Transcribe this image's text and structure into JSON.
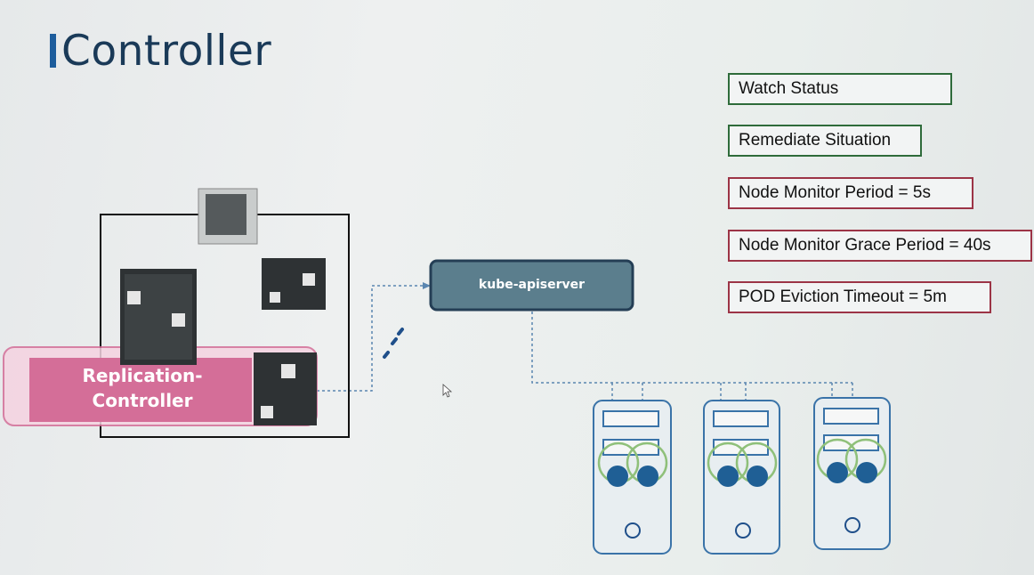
{
  "slide": {
    "title": "Controller",
    "replication_controller_label": "Replication-\nController",
    "apiserver_label": "kube-apiserver",
    "status_boxes": [
      "Watch Status",
      "Remediate Situation",
      "Node Monitor Period = 5s",
      "Node Monitor Grace Period = 40s",
      "POD Eviction Timeout = 5m"
    ],
    "node_count": 3
  },
  "colors": {
    "title": "#1a3a58",
    "title_bar": "#1d5d9c",
    "green_border": "#2e6b3a",
    "red_border": "#9c3446",
    "replication_fill": "#d46e98",
    "apiserver_fill": "#5b7e8d",
    "node_border": "#3a73a8",
    "node_disk": "#1f5f95",
    "node_ring": "#8fc07a"
  }
}
